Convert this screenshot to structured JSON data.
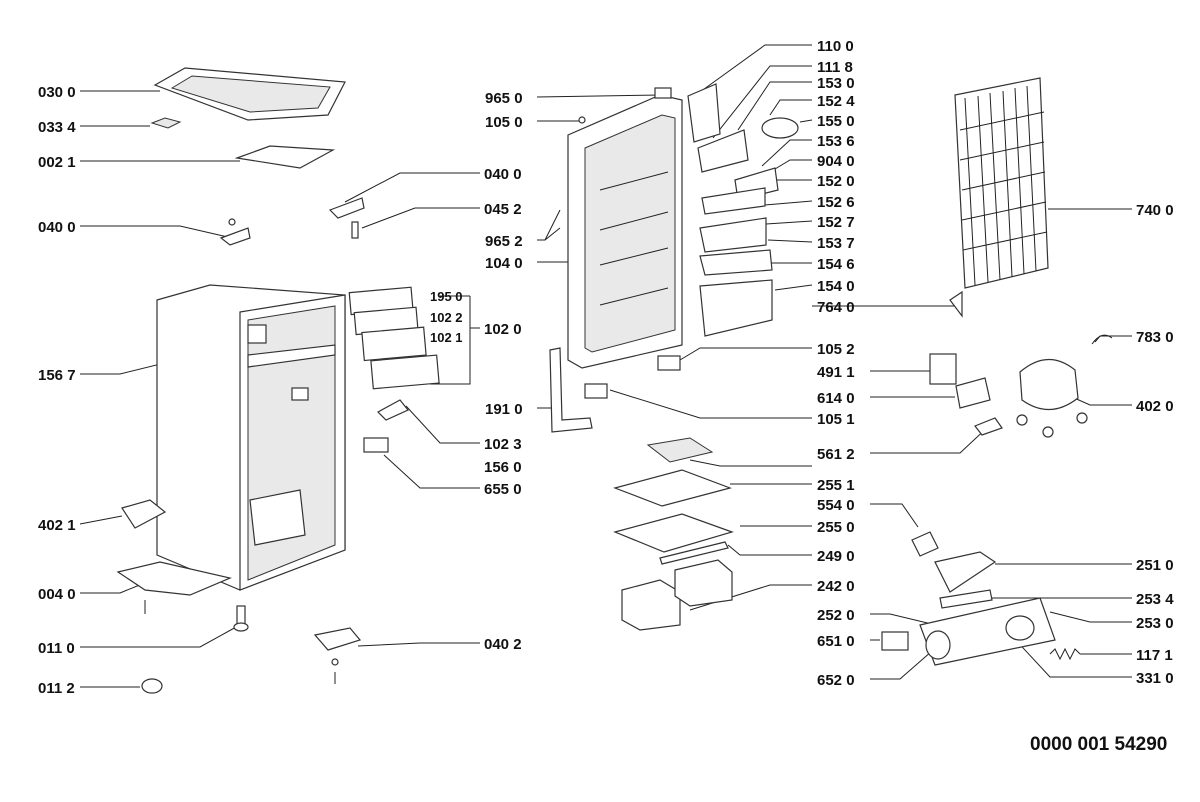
{
  "diagram": {
    "part_labels": {
      "p0300": "030 0",
      "p0334": "033 4",
      "p0021": "002 1",
      "p0400a": "040 0",
      "p1567": "156 7",
      "p4021": "402 1",
      "p0040": "004 0",
      "p0110": "011 0",
      "p0112": "011 2",
      "p0400b": "040 0",
      "p0452": "045 2",
      "p1950": "195 0",
      "p1022": "102 2",
      "p1021": "102 1",
      "p1020": "102 0",
      "p1023": "102 3",
      "p6550": "655 0",
      "p0402": "040 2",
      "p9650": "965 0",
      "p1050": "105 0",
      "p9652": "965 2",
      "p1040": "104 0",
      "p1910": "191 0",
      "p1100": "110 0",
      "p1118": "111 8",
      "p1530": "153 0",
      "p1524": "152 4",
      "p1550": "155 0",
      "p1536": "153 6",
      "p9040": "904 0",
      "p1520": "152 0",
      "p1526": "152 6",
      "p1527": "152 7",
      "p1537": "153 7",
      "p1546": "154 6",
      "p1540": "154 0",
      "p7640": "764 0",
      "p1052": "105 2",
      "p1051": "105 1",
      "p1560": "156 0",
      "p2551": "255 1",
      "p2550": "255 0",
      "p2490": "249 0",
      "p2420": "242 0",
      "p7400": "740 0",
      "p7830": "783 0",
      "p4911": "491 1",
      "p6140": "614 0",
      "p4020": "402 0",
      "p5612": "561 2",
      "p5540": "554 0",
      "p2510": "251 0",
      "p2534": "253 4",
      "p2520": "252 0",
      "p2530": "253 0",
      "p6510": "651 0",
      "p1171": "117 1",
      "p6520": "652 0",
      "p3310": "331 0"
    },
    "document_number": "0000 001 54290",
    "colors": {
      "ink": "#222222",
      "paper": "#ffffff"
    }
  }
}
